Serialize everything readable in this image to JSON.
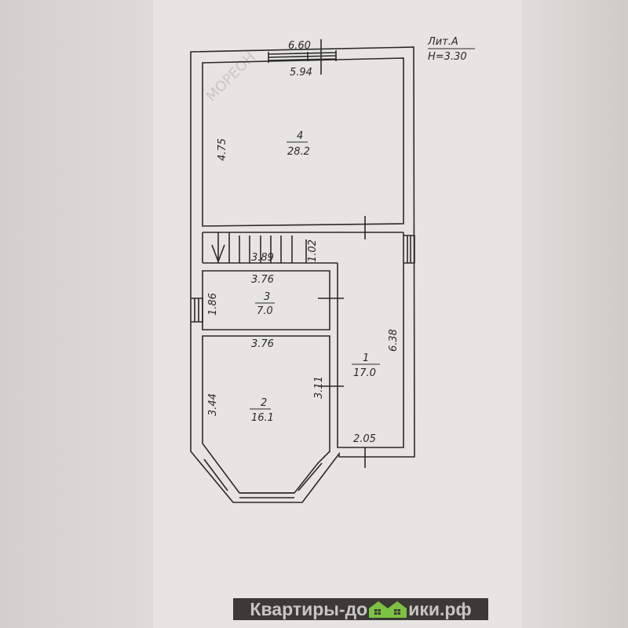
{
  "title": {
    "lit": "Лит.А",
    "height": "H=3.30"
  },
  "dimensions": {
    "top_outer": "6.60",
    "top_inner": "5.94",
    "room4_height": "4.75",
    "stair_height": "1.02",
    "stair_width": "3.89",
    "room3_width": "3.76",
    "room3_height": "1.86",
    "room2_width": "3.76",
    "room2_height": "3.44",
    "room2_partition": "3.11",
    "room1_height": "6.38",
    "room1_bottom": "2.05"
  },
  "rooms": [
    {
      "number": "4",
      "area": "28.2"
    },
    {
      "number": "3",
      "area": "7.0"
    },
    {
      "number": "2",
      "area": "16.1"
    },
    {
      "number": "1",
      "area": "17.0"
    }
  ],
  "watermark": "МОРЕОН",
  "banner": {
    "before": "Квартиры-до",
    "after": "ики.рф",
    "logo_color": "#7cc142"
  }
}
